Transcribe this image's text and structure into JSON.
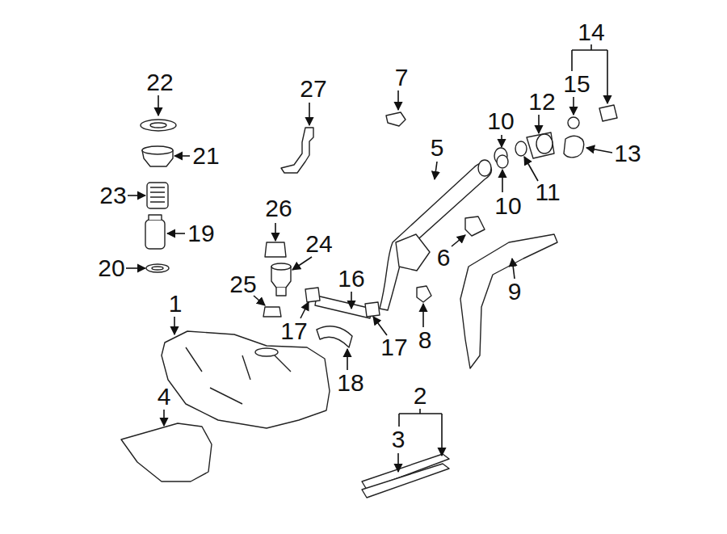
{
  "diagram": {
    "labels": [
      "22",
      "27",
      "7",
      "14",
      "15",
      "12",
      "10",
      "5",
      "21",
      "13",
      "11",
      "23",
      "10",
      "19",
      "26",
      "24",
      "6",
      "20",
      "16",
      "9",
      "25",
      "1",
      "17",
      "17",
      "8",
      "18",
      "4",
      "2",
      "3"
    ]
  }
}
